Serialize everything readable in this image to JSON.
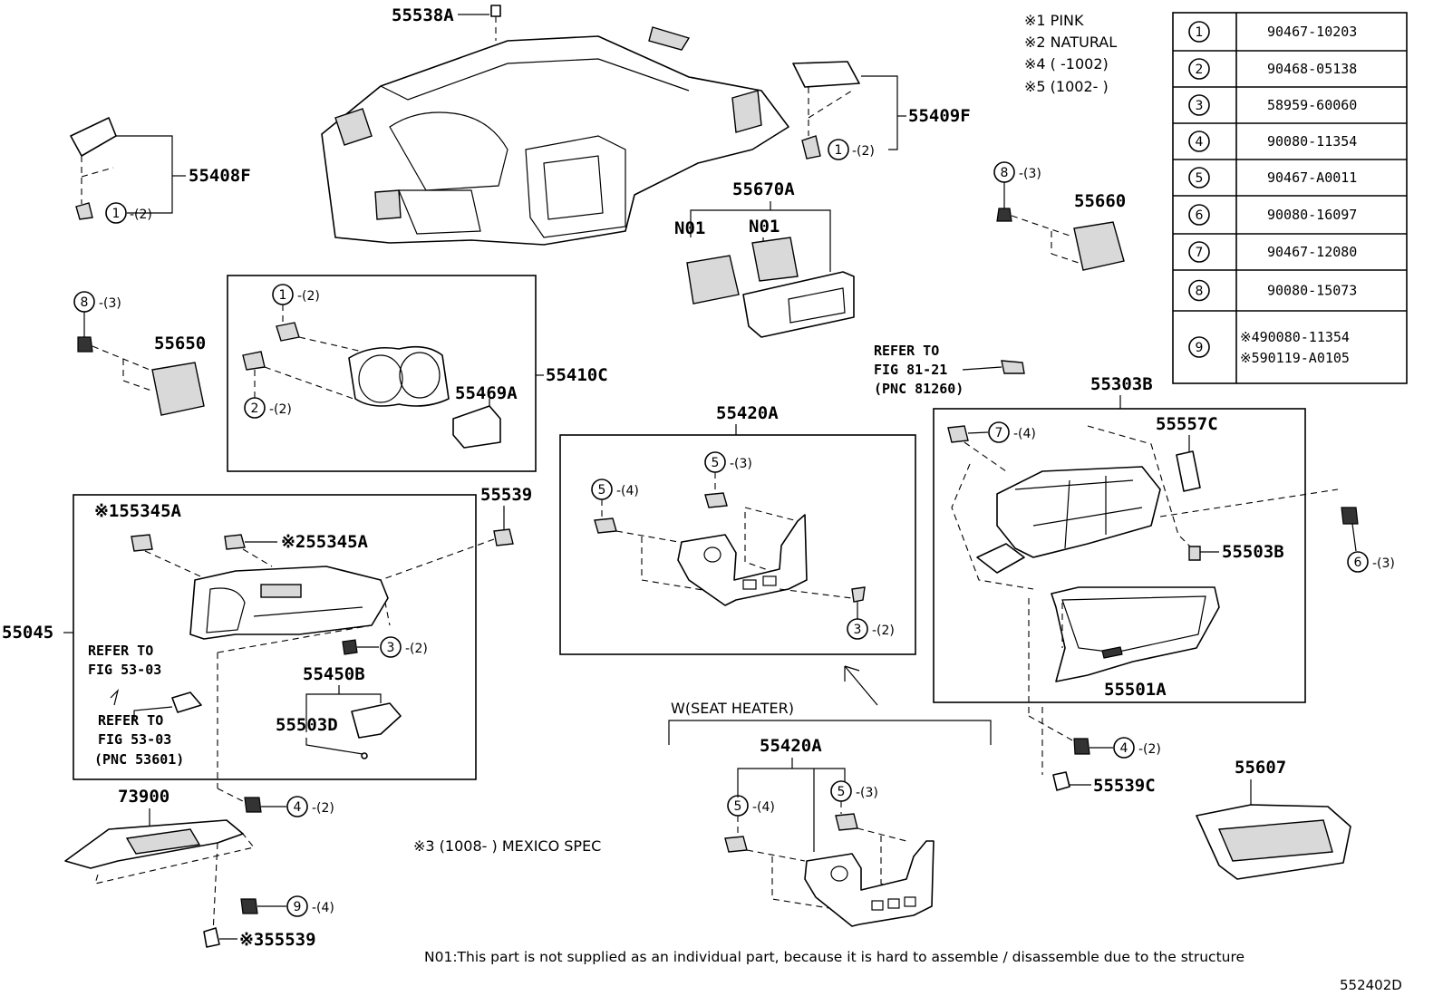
{
  "diagram_id": "552402D",
  "notes": {
    "pink": "※1 PINK",
    "natural": "※2 NATURAL",
    "n4": "※4 (    -1002)",
    "n5": "※5 (1002-    )",
    "mexico": "※3 (1008-    ) MEXICO SPEC",
    "seat_heater": "W(SEAT HEATER)",
    "footer": "N01:This part is not supplied as an individual part, because it is hard to assemble / disassemble due to the structure"
  },
  "parts_table": [
    {
      "no": "1",
      "part": "90467-10203"
    },
    {
      "no": "2",
      "part": "90468-05138"
    },
    {
      "no": "3",
      "part": "58959-60060"
    },
    {
      "no": "4",
      "part": "90080-11354"
    },
    {
      "no": "5",
      "part": "90467-A0011"
    },
    {
      "no": "6",
      "part": "90080-16097"
    },
    {
      "no": "7",
      "part": "90467-12080"
    },
    {
      "no": "8",
      "part": "90080-15073"
    },
    {
      "no": "9",
      "part": "※490080-11354",
      "part2": "※590119-A0105"
    }
  ],
  "labels": {
    "p55538A": "55538A",
    "p55409F": "55409F",
    "p55408F": "55408F",
    "p55670A": "55670A",
    "n01a": "N01",
    "n01b": "N01",
    "p55660": "55660",
    "p55650": "55650",
    "p55410C": "55410C",
    "p55469A": "55469A",
    "p55420A": "55420A",
    "p55420A_b": "55420A",
    "p55303B": "55303B",
    "p55557C": "55557C",
    "p55503B": "55503B",
    "p55501A": "55501A",
    "p55539": "55539",
    "p55345A_1": "※155345A",
    "p55345A_2": "※255345A",
    "p55045": "55045",
    "p55450B": "55450B",
    "p55503D": "55503D",
    "p73900": "73900",
    "p55539_3": "※355539",
    "p55539C": "55539C",
    "p55607": "55607"
  },
  "refs": {
    "r81_1": "REFER TO",
    "r81_2": "FIG 81-21",
    "r81_3": "(PNC 81260)",
    "r53a_1": "REFER TO",
    "r53a_2": "FIG 53-03",
    "r53b_1": "REFER TO",
    "r53b_2": "FIG 53-03",
    "r53b_3": "(PNC 53601)"
  },
  "callouts": {
    "c55409F": {
      "n": "1",
      "q": "-(2)"
    },
    "c55408F": {
      "n": "1",
      "q": "-(2)"
    },
    "c55660": {
      "n": "8",
      "q": "-(3)"
    },
    "c55650": {
      "n": "8",
      "q": "-(3)"
    },
    "c55410C_1": {
      "n": "1",
      "q": "-(2)"
    },
    "c55410C_2": {
      "n": "2",
      "q": "-(2)"
    },
    "c55420A_5a": {
      "n": "5",
      "q": "-(4)"
    },
    "c55420A_5b": {
      "n": "5",
      "q": "-(3)"
    },
    "c55420A_3": {
      "n": "3",
      "q": "-(2)"
    },
    "c55303B_7": {
      "n": "7",
      "q": "-(4)"
    },
    "c6": {
      "n": "6",
      "q": "-(3)"
    },
    "c55045_3": {
      "n": "3",
      "q": "-(2)"
    },
    "c4a": {
      "n": "4",
      "q": "-(2)"
    },
    "c4b": {
      "n": "4",
      "q": "-(2)"
    },
    "c9": {
      "n": "9",
      "q": "-(4)"
    },
    "cSH_5a": {
      "n": "5",
      "q": "-(4)"
    },
    "cSH_5b": {
      "n": "5",
      "q": "-(3)"
    }
  }
}
